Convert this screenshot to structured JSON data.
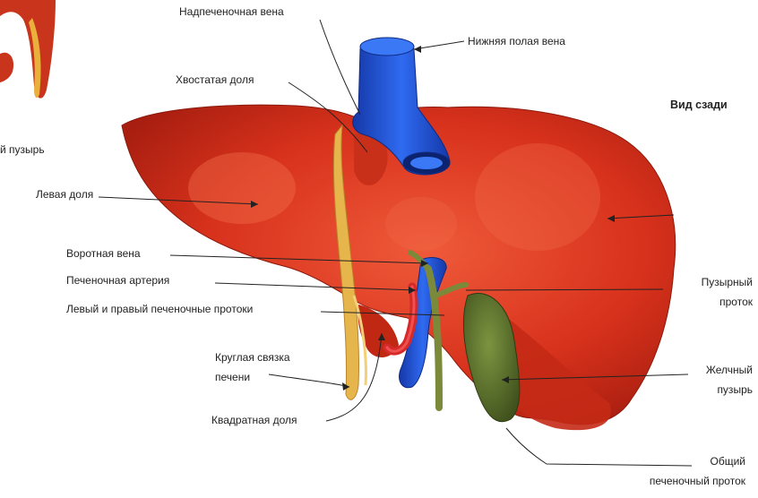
{
  "labels": {
    "hepatic_vein": "Надпеченочная вена",
    "ivc": "Нижняя полая вена",
    "caudate_lobe": "Хвостатая доля",
    "view": "Вид сзади",
    "gallbladder_partial": "й пузырь",
    "left_lobe": "Левая доля",
    "portal_vein": "Воротная вена",
    "hepatic_artery": "Печеночная артерия",
    "hepatic_ducts": "Левый и правый печеночные протоки",
    "cystic_duct_1": "Пузырный",
    "cystic_duct_2": "проток",
    "round_lig_1": "Круглая связка",
    "round_lig_2": "печени",
    "gallbladder_1": "Желчный",
    "gallbladder_2": "пузырь",
    "quadrate_lobe": "Квадратная доля",
    "common_duct_1": "Общий",
    "common_duct_2": "печеночный проток"
  },
  "colors": {
    "liver": "#d8321c",
    "liver_dark": "#a81e10",
    "liver_light": "#ef5a3a",
    "vein": "#1f54d6",
    "artery": "#d62a2a",
    "duct": "#7a8a3a",
    "gallbladder": "#566b2c",
    "ligament": "#e2b24a"
  }
}
